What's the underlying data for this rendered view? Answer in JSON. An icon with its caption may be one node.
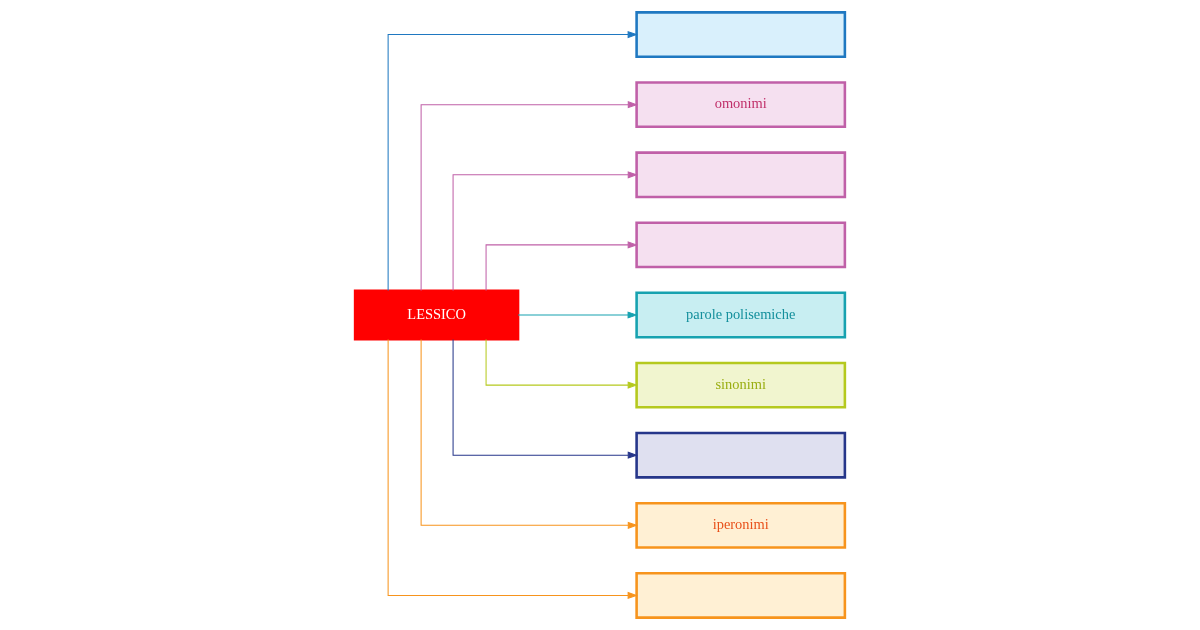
{
  "diagram": {
    "nodes": [
      {
        "text": [
          "LESSICO"
        ]
      },
      {
        "text": [],
        "shape": "box"
      },
      {
        "text": [
          "omonimi"
        ]
      },
      {
        "text": [],
        "shape": "box"
      },
      {
        "text": [],
        "shape": "box"
      },
      {
        "text": [
          "parole polisemiche"
        ]
      },
      {
        "text": [
          "sinonimi"
        ]
      },
      {
        "text": [],
        "shape": "box"
      },
      {
        "text": [
          "iperonimi"
        ]
      },
      {
        "text": [],
        "shape": "box"
      }
    ],
    "edges": [
      {
        "from": 0,
        "to": 1,
        "arrow": "to",
        "color": "#1f78c1"
      },
      {
        "from": 0,
        "to": 2,
        "arrow": "to",
        "color": "#c060a8"
      },
      {
        "from": 0,
        "to": 3,
        "arrow": "to",
        "color": "#c060a8"
      },
      {
        "from": 0,
        "to": 4,
        "arrow": "to",
        "color": "#c060a8"
      },
      {
        "from": 0,
        "to": 5,
        "arrow": "to",
        "color": "#17a2b0"
      },
      {
        "from": 0,
        "to": 6,
        "arrow": "to",
        "color": "#b5c91e"
      },
      {
        "from": 0,
        "to": 7,
        "arrow": "to",
        "color": "#26368a"
      },
      {
        "from": 0,
        "to": 8,
        "arrow": "to",
        "color": "#f7941d"
      },
      {
        "from": 0,
        "to": 9,
        "arrow": "to",
        "color": "#f7941d"
      }
    ]
  }
}
